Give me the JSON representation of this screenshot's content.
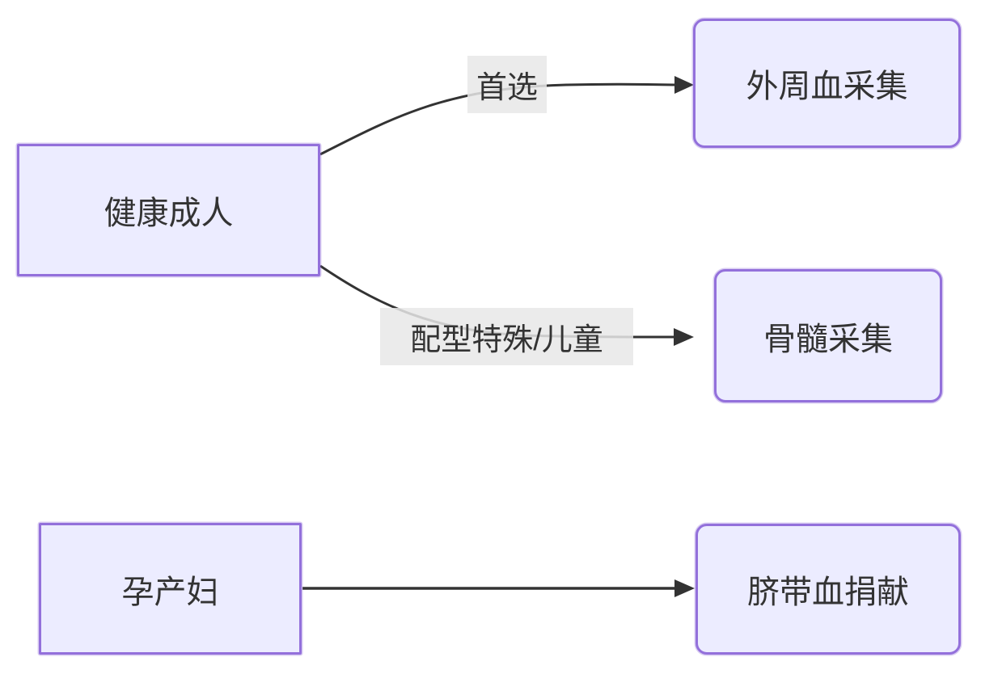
{
  "diagram": {
    "type": "flowchart",
    "direction": "left-to-right",
    "colors": {
      "background": "#ffffff",
      "node_fill": "#ECECFF",
      "node_border": "#9370DB",
      "node_text": "#333333",
      "edge_line": "#333333",
      "edge_label_bg": "#e8e8e8",
      "edge_label_text": "#333333"
    },
    "nodes": [
      {
        "id": "A",
        "label": "健康成人",
        "shape": "rect"
      },
      {
        "id": "B",
        "label": "外周血采集",
        "shape": "rounded"
      },
      {
        "id": "C",
        "label": "骨髓采集",
        "shape": "rounded"
      },
      {
        "id": "D",
        "label": "孕产妇",
        "shape": "rect"
      },
      {
        "id": "E",
        "label": "脐带血捐献",
        "shape": "rounded"
      }
    ],
    "edges": [
      {
        "from": "健康成人",
        "to": "外周血采集",
        "label": "首选"
      },
      {
        "from": "健康成人",
        "to": "骨髓采集",
        "label": "配型特殊/儿童"
      },
      {
        "from": "孕产妇",
        "to": "脐带血捐献",
        "label": ""
      }
    ]
  }
}
